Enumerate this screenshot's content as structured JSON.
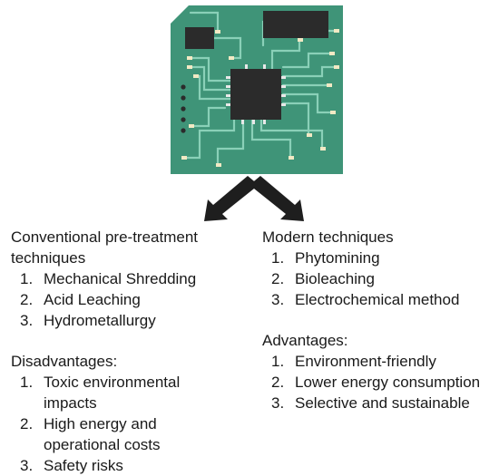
{
  "diagram": {
    "icons": {
      "board": "circuit-board-icon",
      "arrows": "split-arrows-icon"
    },
    "colors": {
      "board": "#3f9478",
      "trace": "#8ad0b8",
      "chip": "#2b2b2b",
      "arrow": "#1e1e1e"
    }
  },
  "left": {
    "heading": "Conventional pre-treatment techniques",
    "items": [
      {
        "num": "1.",
        "text": "Mechanical Shredding"
      },
      {
        "num": "2.",
        "text": "Acid Leaching"
      },
      {
        "num": "3.",
        "text": "Hydrometallurgy"
      }
    ],
    "sub_heading": "Disadvantages:",
    "sub_items": [
      {
        "num": "1.",
        "text": "Toxic environmental impacts"
      },
      {
        "num": "2.",
        "text": "High energy and operational costs"
      },
      {
        "num": "3.",
        "text": "Safety risks"
      }
    ]
  },
  "right": {
    "heading": "Modern techniques",
    "items": [
      {
        "num": "1.",
        "text": "Phytomining"
      },
      {
        "num": "2.",
        "text": "Bioleaching"
      },
      {
        "num": "3.",
        "text": "Electrochemical method"
      }
    ],
    "sub_heading": "Advantages:",
    "sub_items": [
      {
        "num": "1.",
        "text": "Environment-friendly"
      },
      {
        "num": "2.",
        "text": "Lower energy consumption"
      },
      {
        "num": "3.",
        "text": "Selective and sustainable"
      }
    ]
  }
}
